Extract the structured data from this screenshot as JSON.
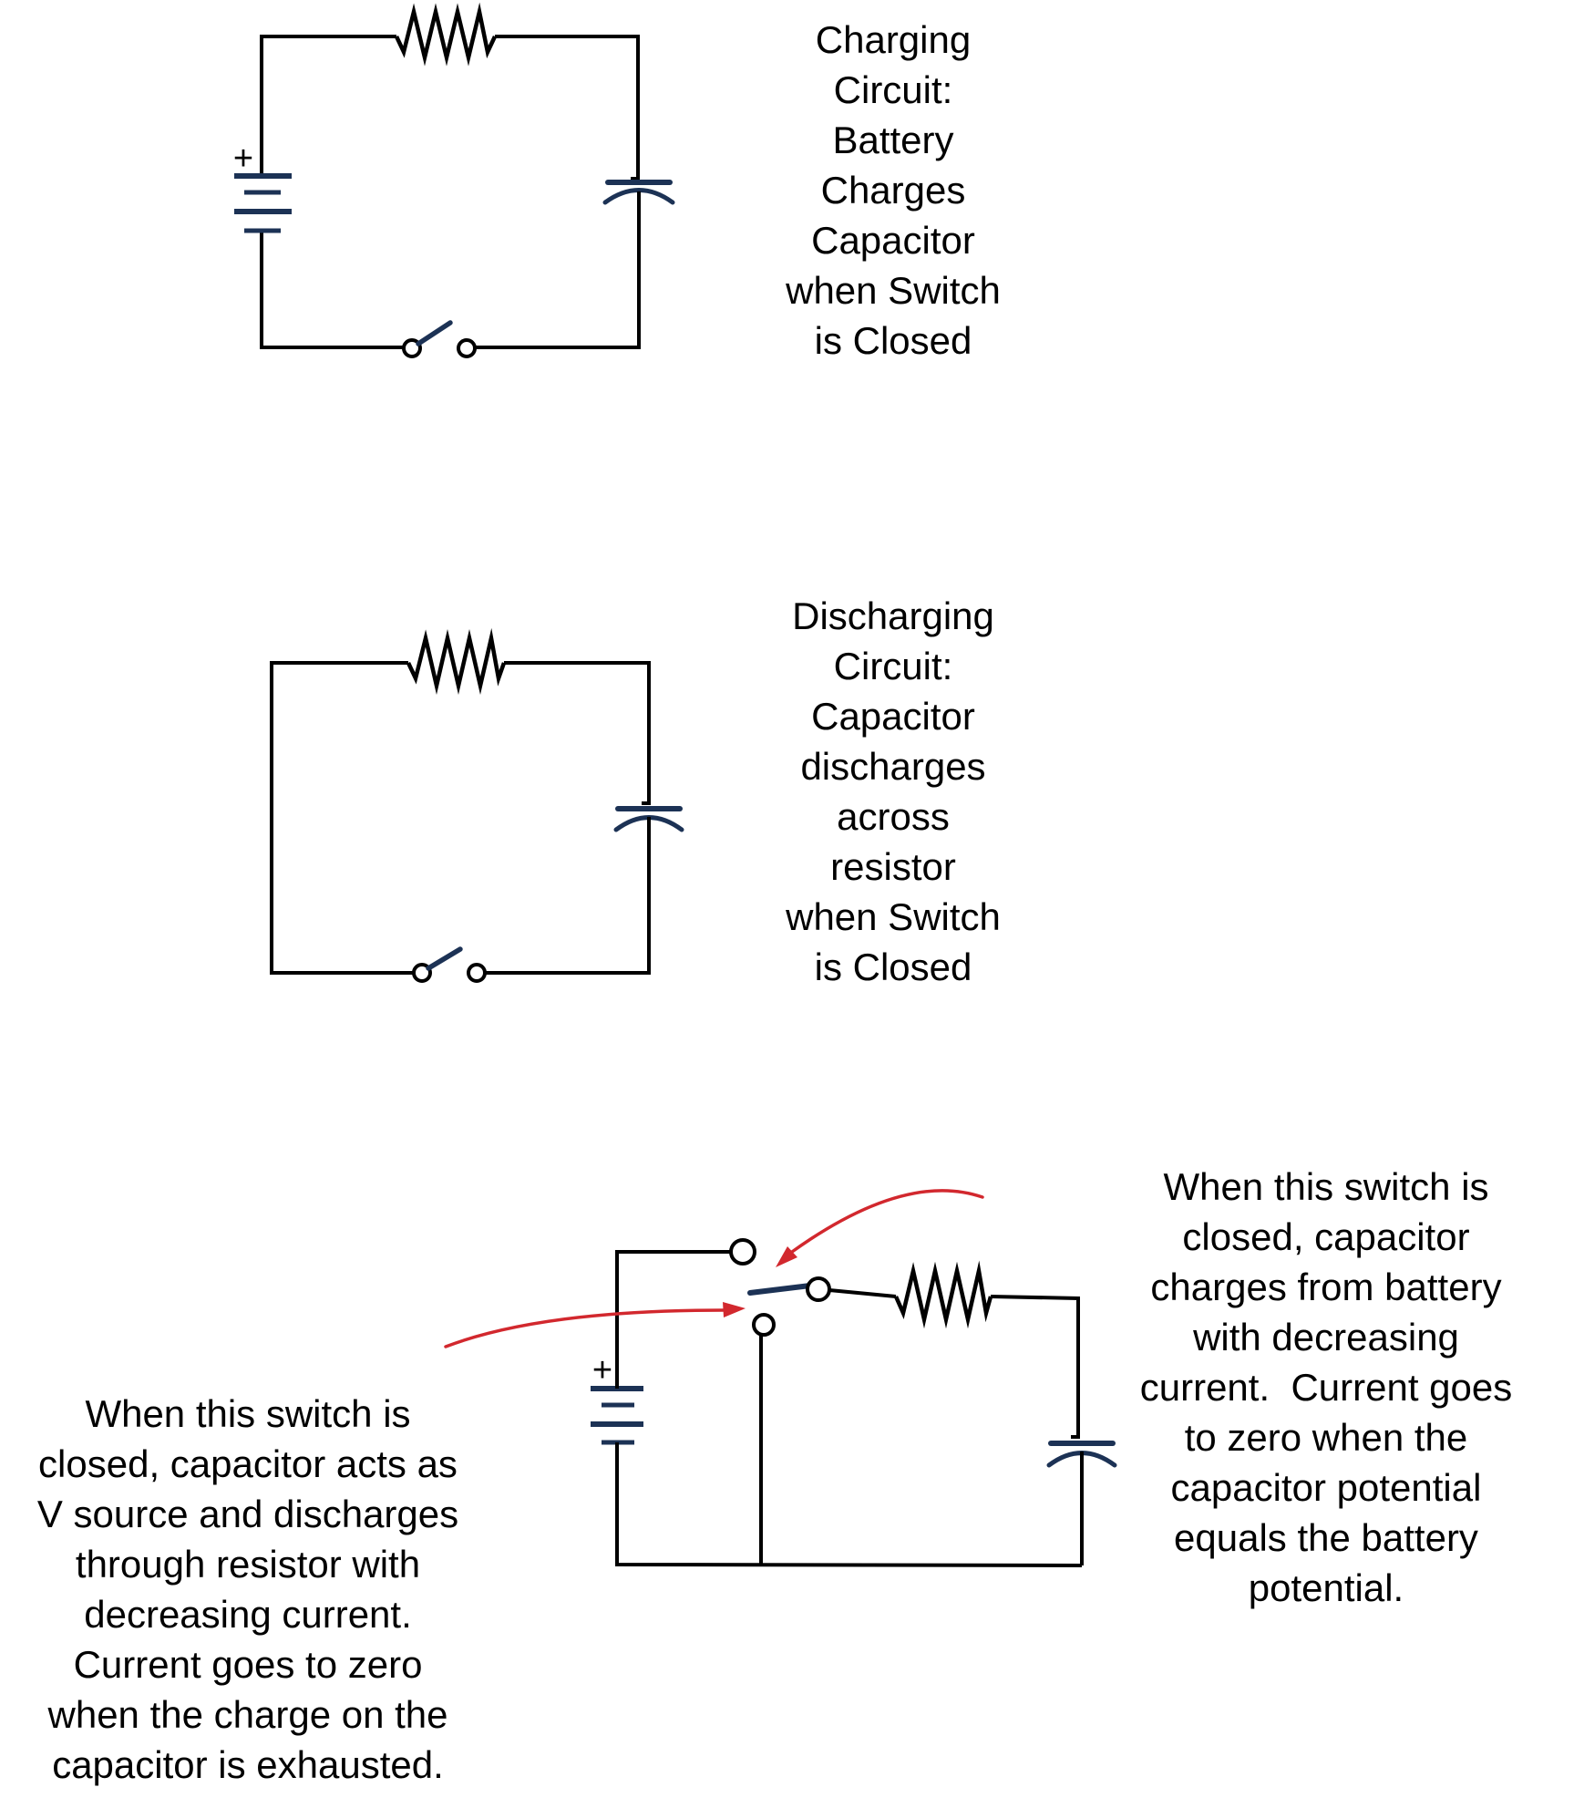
{
  "colors": {
    "navy": "#1c3255",
    "red": "#d2282e",
    "wire": "#000000",
    "text": "#000000",
    "background": "#ffffff"
  },
  "symbols": {
    "battery_polarity": "+"
  },
  "captions": {
    "charging": {
      "lines": [
        "Charging",
        "Circuit:",
        "Battery",
        "Charges",
        "Capacitor",
        "when Switch",
        "is Closed"
      ]
    },
    "discharging": {
      "lines": [
        "Discharging",
        "Circuit:",
        "Capacitor",
        "discharges",
        "across",
        "resistor",
        "when Switch",
        "is Closed"
      ]
    },
    "discharge_note": {
      "lines": [
        "When this switch is",
        "closed, capacitor acts as",
        "V source and discharges",
        "through resistor with",
        "decreasing current.",
        "Current goes to zero",
        "when the charge on the",
        "capacitor is exhausted."
      ]
    },
    "charge_note": {
      "lines": [
        "When this switch is",
        "closed, capacitor",
        "charges from battery",
        "with decreasing",
        "current.  Current goes",
        "to zero when the",
        "capacitor potential",
        "equals the battery",
        "potential."
      ]
    }
  }
}
